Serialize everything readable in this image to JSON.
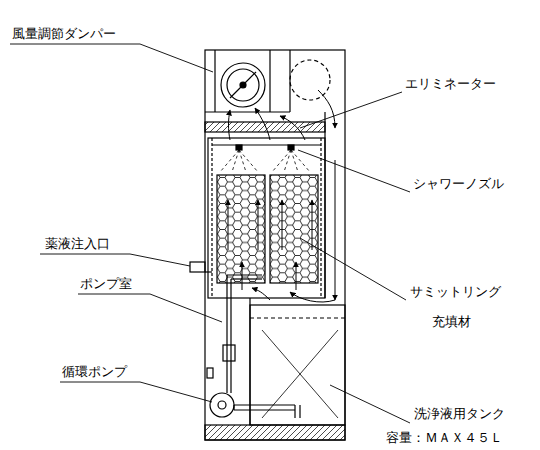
{
  "diagram": {
    "labels": [
      "風量調節ダンパー",
      "エリミネーター",
      "シャワーノズル",
      "薬液注入口",
      "ポンプ室",
      "循環ポンプ",
      "サミットリング",
      "充填材",
      "洗浄液用タンク",
      "容量：ＭＡＸ４５Ｌ"
    ]
  }
}
